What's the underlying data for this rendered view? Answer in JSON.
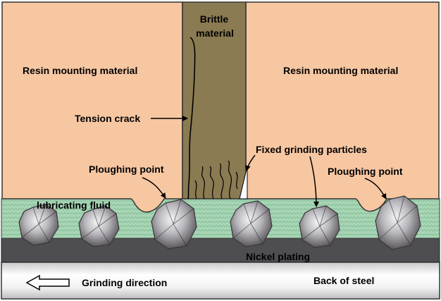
{
  "labels": {
    "brittle_line1": "Brittle",
    "brittle_line2": "material",
    "resin_left": "Resin mounting material",
    "resin_right": "Resin mounting material",
    "tension_crack": "Tension crack",
    "fixed_particles": "Fixed grinding particles",
    "ploughing_left": "Ploughing point",
    "ploughing_right": "Ploughing point",
    "lubricating_fluid": "lubricating fluid",
    "nickel_plating": "Nickel plating",
    "grinding_direction": "Grinding direction",
    "back_of_steel": "Back of steel"
  },
  "colors": {
    "resin": "#f7c7a2",
    "brittle": "#8b7b52",
    "fluid": "#a8d6b5",
    "nickel": "#4e4e52",
    "steel": "#ececec"
  }
}
